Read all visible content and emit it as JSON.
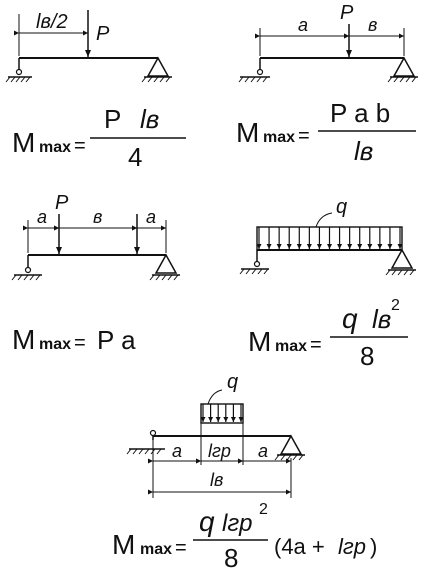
{
  "colors": {
    "ink": "#111111",
    "background": "#ffffff"
  },
  "d1": {
    "span_label": "lв/2",
    "load_label": "P",
    "formula": {
      "lhs": "M",
      "sub": "max",
      "eq": "=",
      "num_a": "P",
      "num_l": "lв",
      "den": "4"
    }
  },
  "d2": {
    "dim_a": "a",
    "dim_b": "в",
    "load_label": "P",
    "formula": {
      "lhs": "M",
      "sub": "max",
      "eq": "=",
      "num": "P a b",
      "den_l": "lв"
    }
  },
  "d3": {
    "dim_a1": "a",
    "dim_b": "в",
    "dim_a2": "a",
    "load_label": "P",
    "formula": {
      "lhs": "M",
      "sub": "max",
      "eq": "=",
      "rhs": "P a"
    }
  },
  "d4": {
    "load_label": "q",
    "formula": {
      "lhs": "M",
      "sub": "max",
      "eq": "=",
      "num_q": "q",
      "num_l": "lв",
      "num_exp": "2",
      "den": "8"
    }
  },
  "d5": {
    "load_label": "q",
    "dim_a1": "a",
    "dim_lgr": "lгр",
    "dim_a2": "a",
    "dim_lb": "lв",
    "formula": {
      "lhs": "M",
      "sub": "max",
      "eq": "=",
      "num_q": "q",
      "num_l": "lгр",
      "num_exp": "2",
      "den": "8",
      "paren": "(4a +",
      "paren_l": "lгр",
      "paren_close": ")"
    }
  }
}
